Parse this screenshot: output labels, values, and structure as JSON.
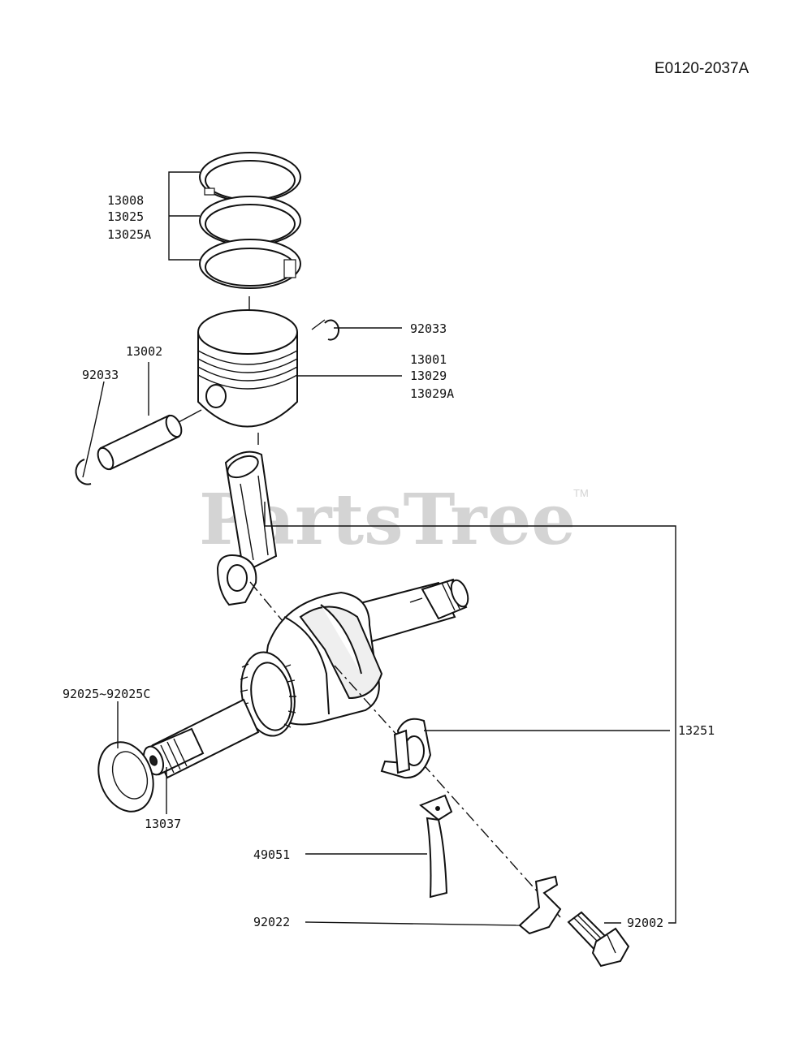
{
  "diagram_code": "E0120-2037A",
  "watermark": "PartsTree",
  "watermark_tm": "TM",
  "labels": {
    "ring_set_1": "13008",
    "ring_set_2": "13025",
    "ring_set_3": "13025A",
    "clip_right": "92033",
    "piston_pin": "13002",
    "clip_left": "92033",
    "piston_1": "13001",
    "piston_2": "13029",
    "piston_3": "13029A",
    "conrod": "13251",
    "washer": "92025~92025C",
    "crankshaft": "13037",
    "dipper": "49051",
    "lock_plate": "92022",
    "bolt": "92002"
  }
}
